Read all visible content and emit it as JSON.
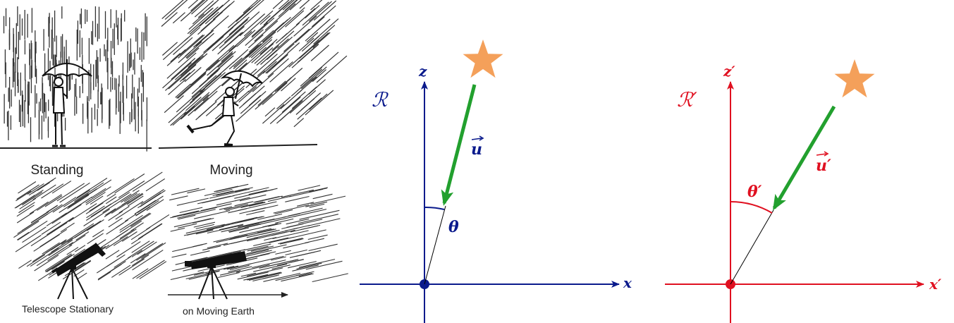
{
  "sketches": {
    "standing": {
      "caption": "Standing"
    },
    "moving": {
      "caption": "Moving"
    },
    "telescope_stationary": {
      "caption": "Telescope Stationary"
    },
    "telescope_moving": {
      "caption": "on Moving Earth"
    }
  },
  "frame_R": {
    "name": "ℛ",
    "axis_z": "z",
    "axis_x": "x",
    "velocity": "u",
    "angle": "θ",
    "color": "#0a1a8c"
  },
  "frame_R_prime": {
    "name": "ℛ′",
    "axis_z": "z′",
    "axis_x": "x′",
    "velocity": "u′",
    "angle": "θ′",
    "color": "#e01020"
  },
  "star_color": "#f4a05a",
  "arrow_color": "#22a02e"
}
